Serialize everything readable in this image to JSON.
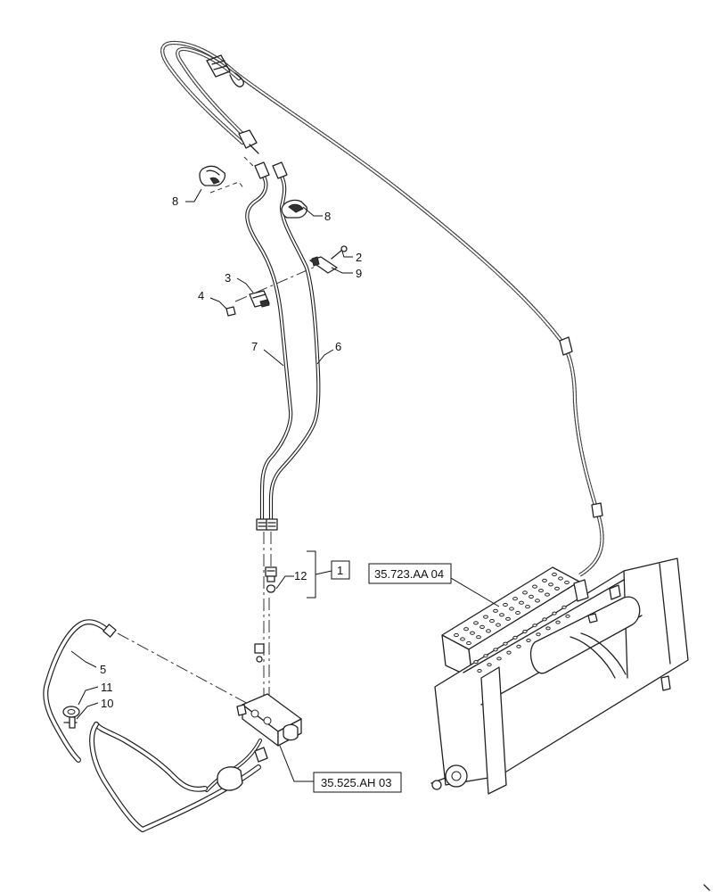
{
  "callouts": {
    "c1": "1",
    "c2": "2",
    "c3": "3",
    "c4": "4",
    "c5": "5",
    "c6": "6",
    "c7": "7",
    "c8a": "8",
    "c8b": "8",
    "c9": "9",
    "c10": "10",
    "c11": "11",
    "c12": "12"
  },
  "references": {
    "frame": "35.723.AA 04",
    "valve": "35.525.AH 03"
  }
}
